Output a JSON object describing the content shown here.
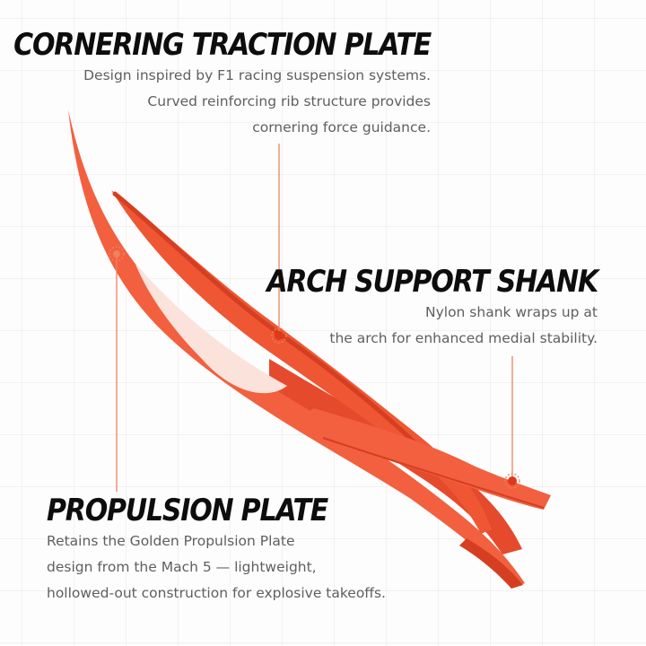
{
  "callouts": {
    "cornering": {
      "title": "CORNERING TRACTION PLATE",
      "lines": [
        "Design inspired by F1 racing suspension systems.",
        "Curved reinforcing rib structure provides",
        "cornering force guidance."
      ]
    },
    "arch": {
      "title": "ARCH SUPPORT SHANK",
      "lines": [
        "Nylon shank wraps up at",
        "the arch for enhanced medial stability."
      ]
    },
    "propulsion": {
      "title": "PROPULSION PLATE",
      "lines": [
        "Retains the Golden Propulsion Plate",
        "design from the Mach 5 — lightweight,",
        "hollowed-out construction for explosive takeoffs."
      ]
    }
  },
  "colors": {
    "plate": "#f2603f",
    "plate_shade": "#e54a2c",
    "plate_dark": "#d63e22",
    "leader": "#f0805f",
    "title": "#0d0d0d",
    "description": "#5f5f5f"
  },
  "illustration": {
    "subject": "orange carbon/nylon midsole plate assembly",
    "markers": [
      "propulsion-plate-marker",
      "cornering-plate-marker",
      "arch-shank-marker"
    ]
  }
}
